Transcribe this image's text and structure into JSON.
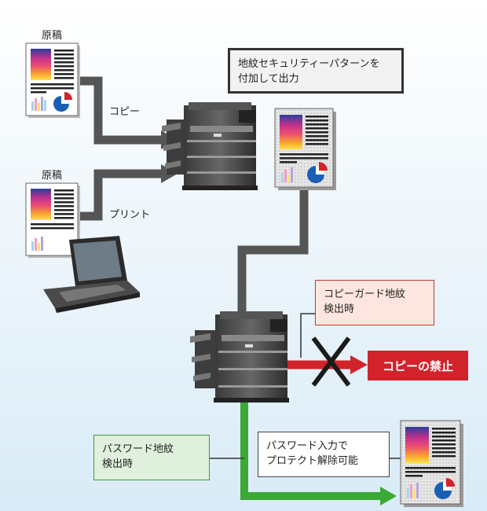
{
  "labels": {
    "original_top": "原稿",
    "original_bottom": "原稿",
    "copy": "コピー",
    "print": "プリント"
  },
  "boxes": {
    "pattern": "地紋セキュリティーパターンを\n付加して出力",
    "copyguard": "コピーガード地紋\n検出時",
    "password": "パスワード地紋\n検出時",
    "unlock": "パスワード入力で\nプロテクト解除可能",
    "copy_ban": "コピーの禁止"
  },
  "colors": {
    "arrow_gray": "#555555",
    "arrow_red": "#d2232a",
    "arrow_green": "#3aa935",
    "page_border": "#666666"
  },
  "icons": [
    "document-icon",
    "laptop-icon",
    "mfp-printer-icon",
    "cross-mark-icon"
  ]
}
